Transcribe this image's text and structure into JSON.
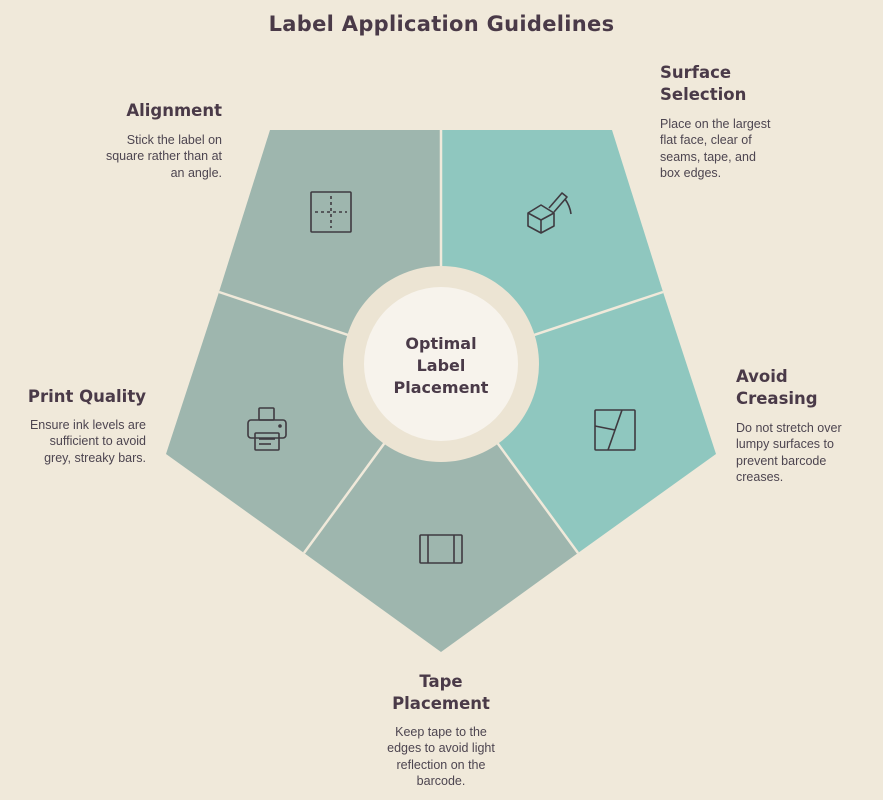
{
  "title": "Label Application Guidelines",
  "center": {
    "line1": "Optimal",
    "line2": "Label",
    "line3": "Placement"
  },
  "colors": {
    "background": "#f0e9da",
    "segment_grey": "#9eb6ae",
    "segment_teal": "#8fc7bf",
    "center_ring": "#ece4d3",
    "center_fill": "#f7f3ec",
    "text": "#4a3a48"
  },
  "segments": {
    "alignment": {
      "title": "Alignment",
      "desc": [
        "Stick the label on",
        "square rather than at",
        "an angle."
      ],
      "icon": "grid-crosshair-icon"
    },
    "surface": {
      "title": [
        "Surface",
        "Selection"
      ],
      "desc": [
        "Place on the largest",
        "flat face, clear of",
        "seams, tape, and",
        "box edges."
      ],
      "icon": "box-pen-icon"
    },
    "creasing": {
      "title": [
        "Avoid",
        "Creasing"
      ],
      "desc": [
        "Do not stretch over",
        "lumpy surfaces to",
        "prevent barcode",
        "creases."
      ],
      "icon": "crease-square-icon"
    },
    "tape": {
      "title": [
        "Tape",
        "Placement"
      ],
      "desc": [
        "Keep tape to the",
        "edges to avoid light",
        "reflection on the",
        "barcode."
      ],
      "icon": "tape-frame-icon"
    },
    "print": {
      "title": "Print Quality",
      "desc": [
        "Ensure ink levels are",
        "sufficient to avoid",
        "grey, streaky bars."
      ],
      "icon": "printer-icon"
    }
  }
}
